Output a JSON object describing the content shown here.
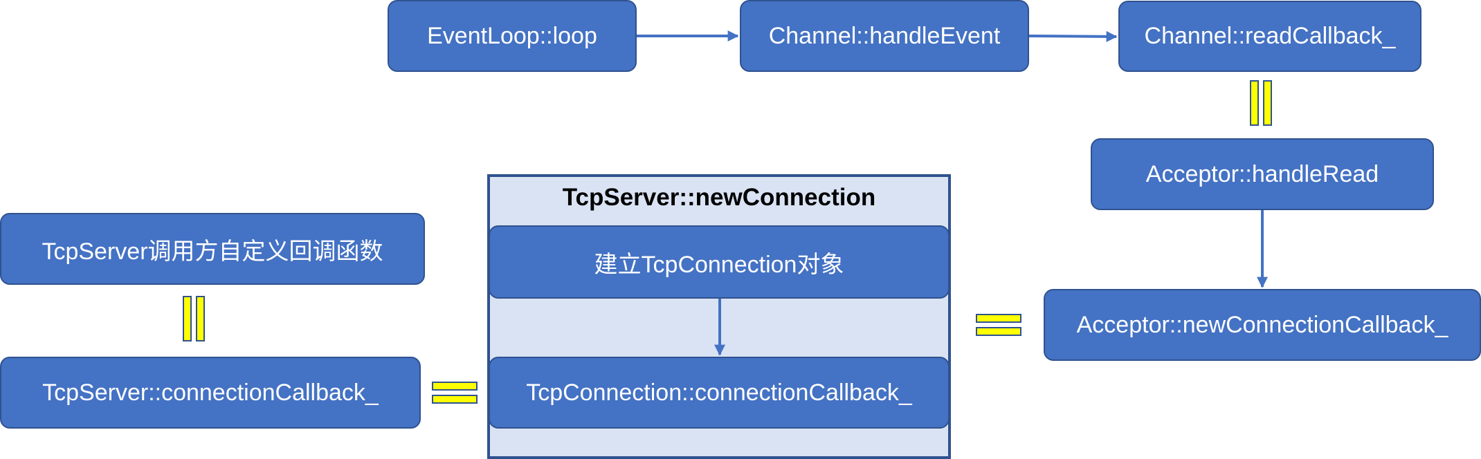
{
  "colors": {
    "node_fill": "#4472c4",
    "node_border": "#2f528f",
    "group_fill": "#dae3f3",
    "equals_fill": "#ffff00",
    "arrow": "#4472c4"
  },
  "nodes": {
    "eventloop_loop": "EventLoop::loop",
    "channel_handle_event": "Channel::handleEvent",
    "channel_read_callback": "Channel::readCallback_",
    "acceptor_handle_read": "Acceptor::handleRead",
    "acceptor_new_connection_callback": "Acceptor::newConnectionCallback_",
    "tcpserver_user_callback": "TcpServer调用方自定义回调函数",
    "tcpserver_connection_callback": "TcpServer::connectionCallback_"
  },
  "group": {
    "title": "TcpServer::newConnection",
    "create_connection": "建立TcpConnection对象",
    "tcpconnection_connection_callback": "TcpConnection::connectionCallback_"
  }
}
